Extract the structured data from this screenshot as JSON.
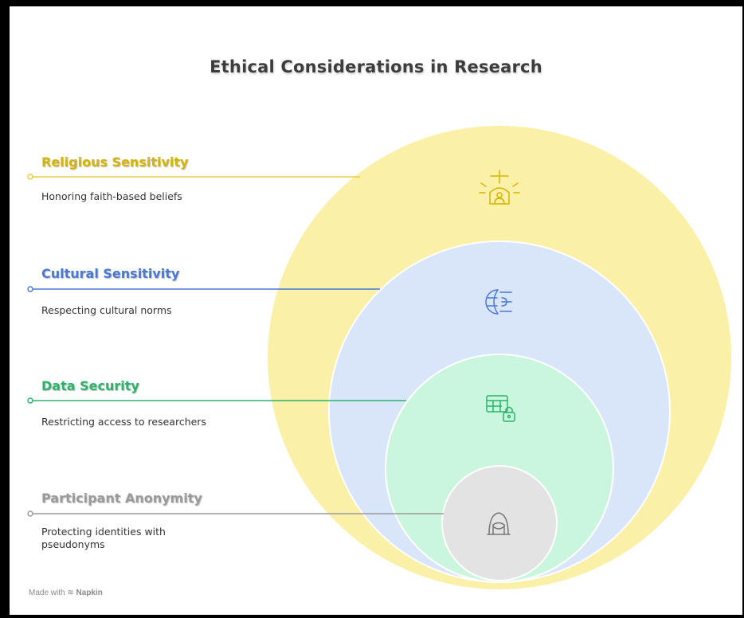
{
  "title": "Ethical Considerations in Research",
  "layers": [
    {
      "title": "Religious Sensitivity",
      "description": "Honoring faith-based beliefs",
      "color": "#d4b400",
      "fill": "#fbf0a8",
      "icon": "religious-figure-icon"
    },
    {
      "title": "Cultural Sensitivity",
      "description": "Respecting cultural norms",
      "color": "#4a78d6",
      "fill": "#d9e5f8",
      "icon": "globe-icon"
    },
    {
      "title": "Data Security",
      "description": "Restricting access to researchers",
      "color": "#2bb36a",
      "fill": "#c9f6dc",
      "icon": "table-lock-icon"
    },
    {
      "title": "Participant Anonymity",
      "description": "Protecting identities with pseudonyms",
      "color": "#9a9a9a",
      "fill": "#e3e3e3",
      "icon": "masked-person-icon"
    }
  ],
  "footer": {
    "prefix": "Made with",
    "brand": "Napkin"
  }
}
